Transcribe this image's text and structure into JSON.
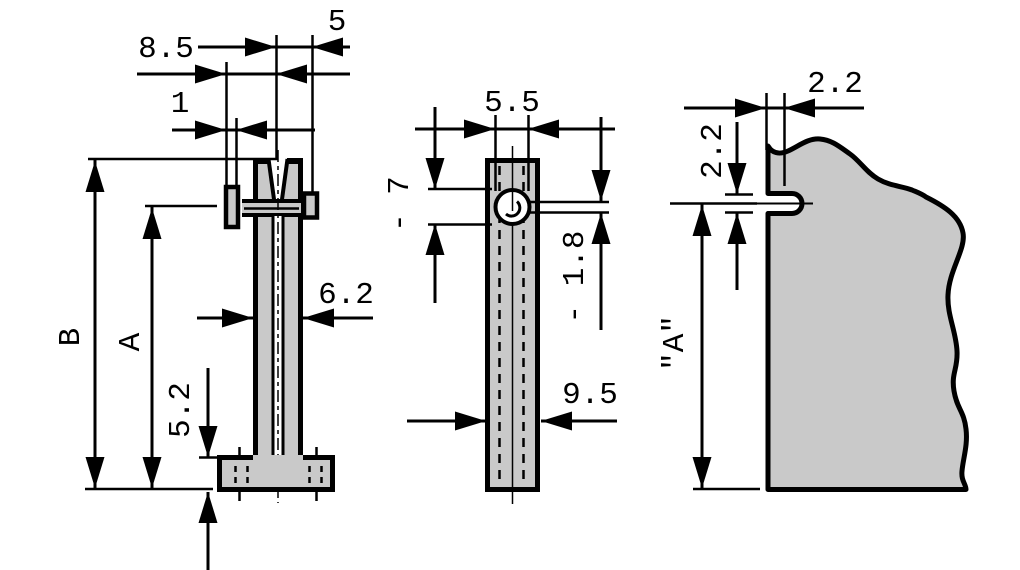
{
  "drawing": {
    "type": "technical-dimension-drawing",
    "colors": {
      "line": "#000000",
      "part_fill": "#c9c9c9",
      "background": "#ffffff"
    },
    "views": {
      "front": {
        "dims": {
          "top_width": "8.5",
          "top_right_width": "5",
          "pin_head_width": "1",
          "slot_width": "6.2",
          "base_height": "5.2",
          "total_height": "B",
          "pin_height": "A"
        }
      },
      "side": {
        "dims": {
          "boss_width": "5.5",
          "hole_offset": "- 7",
          "hole_diameter": "- 1.8",
          "body_depth": "9.5"
        }
      },
      "panel": {
        "dims": {
          "slot_depth": "2.2",
          "slot_height": "2.2",
          "ref_height": "\"A\""
        }
      }
    }
  }
}
